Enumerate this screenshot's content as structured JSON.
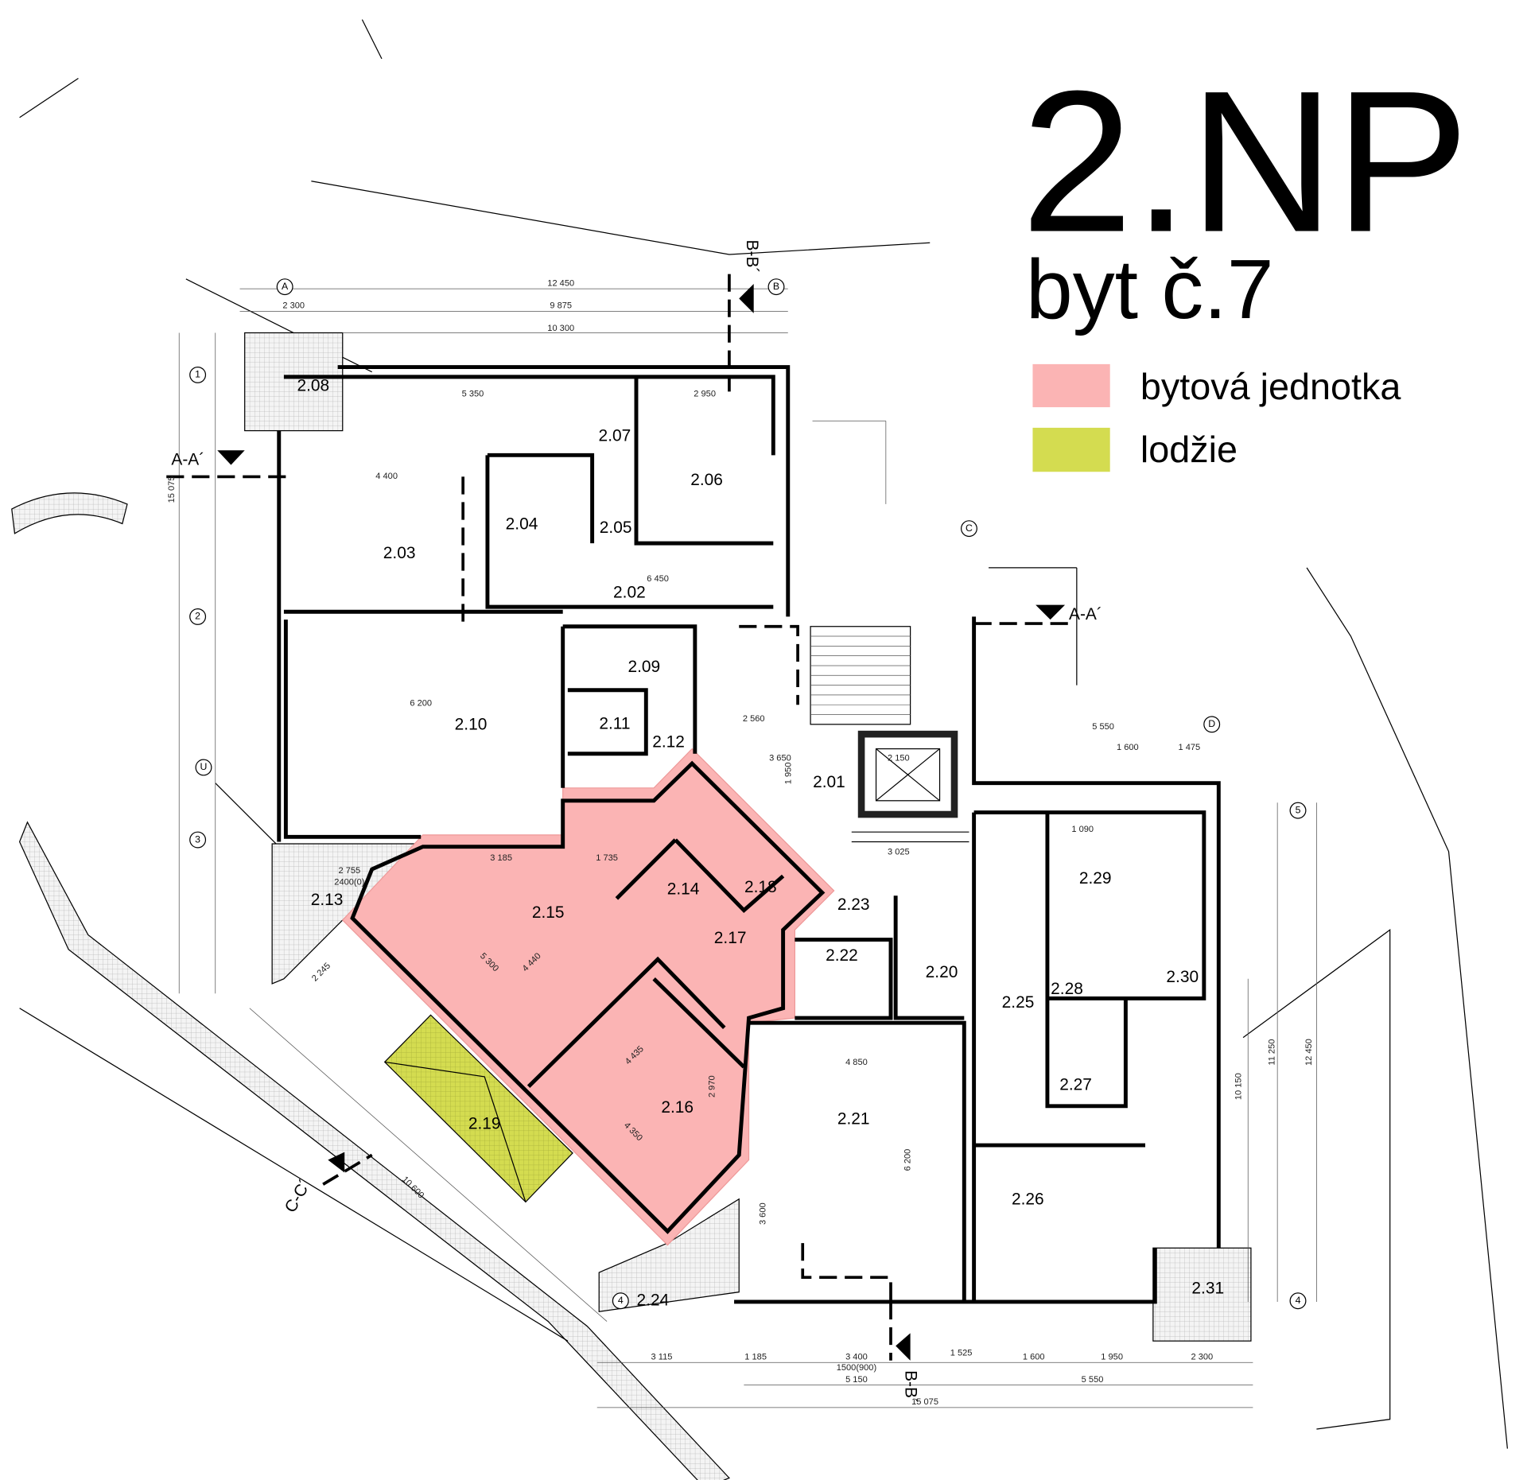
{
  "header": {
    "floor_title": "2.NP",
    "unit_title": "byt č.7"
  },
  "legend": {
    "items": [
      {
        "label": "bytová jednotka",
        "color": "#fbb4b4"
      },
      {
        "label": "lodžie",
        "color": "#d4dc50"
      }
    ]
  },
  "rooms": [
    "2.01",
    "2.02",
    "2.03",
    "2.04",
    "2.05",
    "2.06",
    "2.07",
    "2.08",
    "2.09",
    "2.10",
    "2.11",
    "2.12",
    "2.13",
    "2.14",
    "2.15",
    "2.16",
    "2.17",
    "2.18",
    "2.19",
    "2.20",
    "2.21",
    "2.22",
    "2.23",
    "2.24",
    "2.25",
    "2.26",
    "2.27",
    "2.28",
    "2.29",
    "2.30",
    "2.31"
  ],
  "axes": [
    "A",
    "B",
    "C",
    "D",
    "1",
    "2",
    "3",
    "U",
    "4",
    "4",
    "5"
  ],
  "sections": [
    "A-A´",
    "A-A´",
    "B-B´",
    "B-B´",
    "C-C´"
  ],
  "dimensions": [
    "12 450",
    "9 875",
    "10 300",
    "2 300",
    "5 350",
    "2 950",
    "4 400",
    "6 450",
    "6 200",
    "3 185",
    "1 735",
    "5 300",
    "4 440",
    "4 435",
    "4 350",
    "2 970",
    "4 850",
    "6 200",
    "3 600",
    "3 115",
    "1 185",
    "3 400",
    "1 525",
    "1 600",
    "1 950",
    "2 300",
    "5 150",
    "5 550",
    "15 075",
    "15 075",
    "12 450",
    "11 250",
    "10 150",
    "5 550",
    "1 600",
    "1 475",
    "2 755",
    "2 245",
    "10 600",
    "1500(900)",
    "2400(0)",
    "2 150",
    "3 650",
    "1 950",
    "1 090",
    "3 025",
    "2 560"
  ]
}
